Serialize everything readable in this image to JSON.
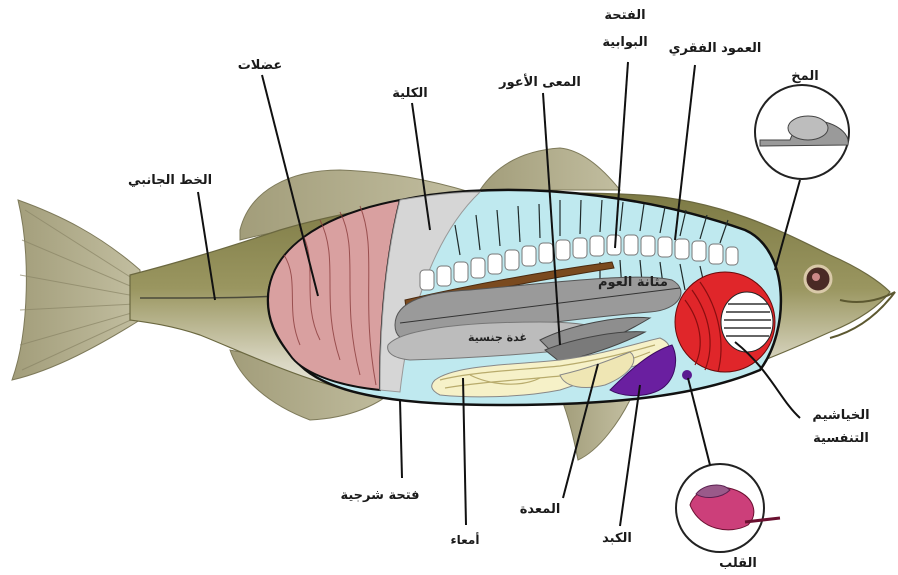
{
  "labels": {
    "muscles": "عضلات",
    "lateral_line": "الخط الجانبي",
    "kidney": "الكلية",
    "caecum": "المعى الأعور",
    "pyloric_line1": "الفتحة",
    "pyloric_line2": "البوابية",
    "spine": "العمود الفقري",
    "brain": "المخ",
    "swim_bladder": "مثانة العوم",
    "gonad": "غدة جنسية",
    "gills_line1": "الخياشيم",
    "gills_line2": "التنفسية",
    "anus": "فتحة شرجية",
    "intestine": "أمعاء",
    "stomach": "المعدة",
    "liver": "الكبد",
    "heart": "القلب"
  },
  "colors": {
    "body_cavity": "#bfe9ef",
    "muscle": "#d9a0a0",
    "gills": "#e0262a",
    "liver": "#6a1fa0",
    "intestine": "#f6f1c8",
    "swim_bladder": "#9a9a9a",
    "kidney": "#7a4a1f",
    "fish_skin": "#8d8a55"
  },
  "icons": [
    "brain-icon",
    "heart-icon"
  ]
}
